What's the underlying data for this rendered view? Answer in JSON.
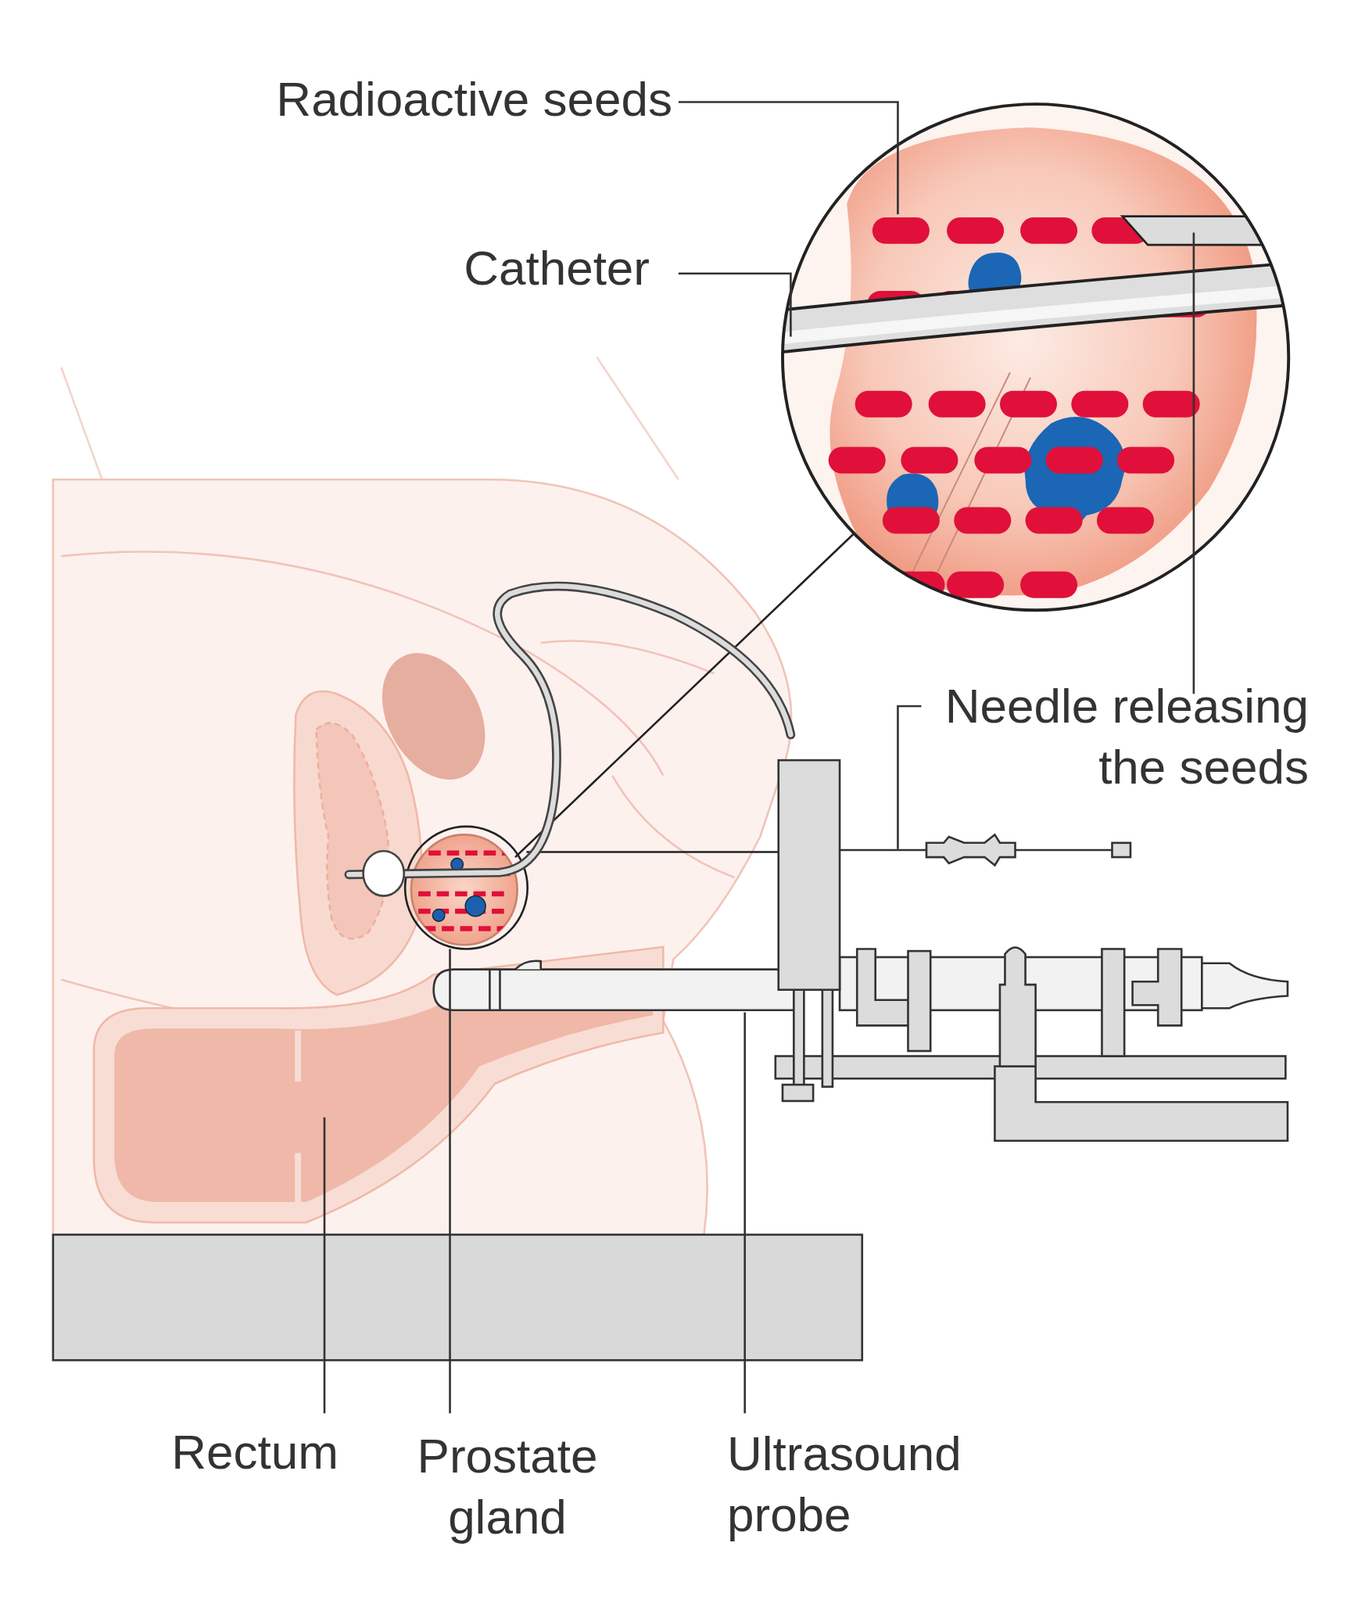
{
  "diagram": {
    "labels": [
      "Radioactive seeds",
      "Catheter",
      "Needle releasing the seeds",
      "Rectum",
      "Prostate gland",
      "Ultrasound probe"
    ]
  }
}
